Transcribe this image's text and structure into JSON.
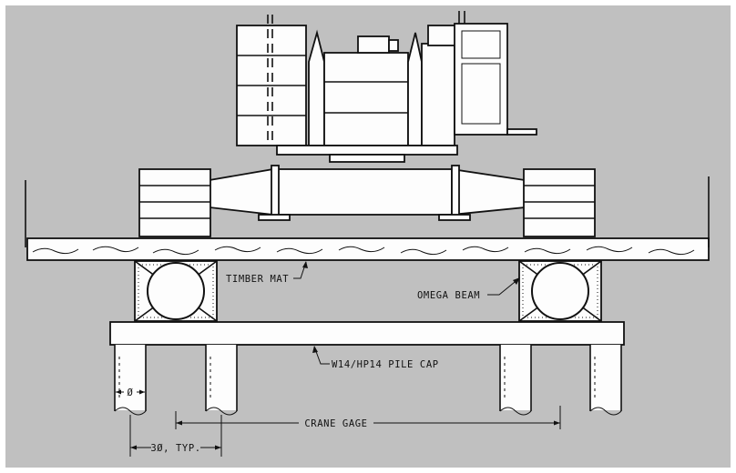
{
  "diagram": {
    "colors": {
      "background": "#c0c0c0",
      "outer_border": "#ffffff",
      "line": "#111111",
      "fill": "#fdfdfd"
    },
    "labels": {
      "timber_mat": "TIMBER MAT",
      "omega_beam": "OMEGA BEAM",
      "pile_cap": "W14/HP14 PILE CAP",
      "pile_dia": "Ø",
      "pile_spacing": "3Ø, TYP.",
      "crane_gage": "CRANE GAGE"
    }
  }
}
